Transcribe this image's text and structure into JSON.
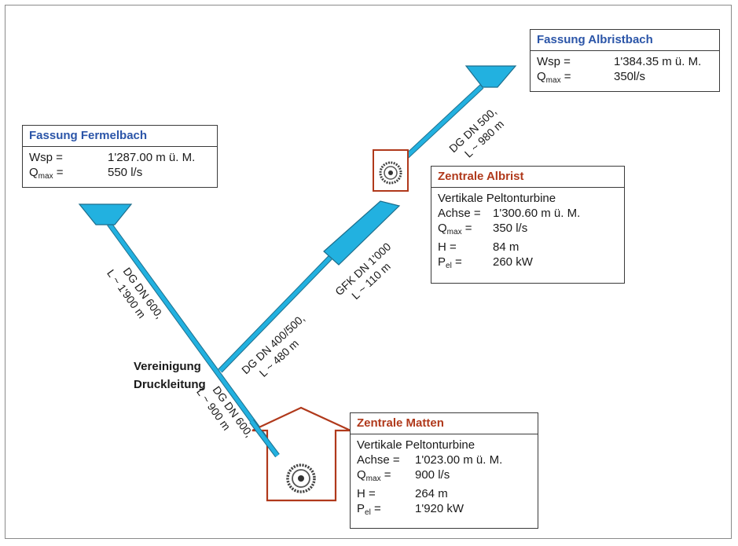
{
  "colors": {
    "pipe": "#22b1e0",
    "reservoir": "#22b1e0",
    "plant_outline": "#b0391b",
    "title_blue": "#2b55a8",
    "title_red": "#b0391b"
  },
  "fassung_albristbach": {
    "title": "Fassung Albristbach",
    "wsp_key": "Wsp =",
    "wsp_val": "1'384.35 m ü. M.",
    "q_key": "Q",
    "q_sub": "max",
    "q_eq": " =",
    "q_val": "350l/s"
  },
  "fassung_fermelbach": {
    "title": "Fassung Fermelbach",
    "wsp_key": "Wsp =",
    "wsp_val": "1'287.00 m ü. M.",
    "q_key": "Q",
    "q_sub": "max",
    "q_eq": " =",
    "q_val": "550 l/s"
  },
  "zentrale_albrist": {
    "title": "Zentrale Albrist",
    "turbine": "Vertikale Peltonturbine",
    "achse_key": "Achse =",
    "achse_val": "1'300.60 m ü. M.",
    "q_key": "Q",
    "q_sub": "max",
    "q_eq": " =",
    "q_val": "350 l/s",
    "h_key": "H =",
    "h_val": "84 m",
    "p_key": "P",
    "p_sub": "el",
    "p_eq": " =",
    "p_val": "260 kW"
  },
  "zentrale_matten": {
    "title": "Zentrale Matten",
    "turbine": "Vertikale Peltonturbine",
    "achse_key": "Achse =",
    "achse_val": "1'023.00 m ü. M.",
    "q_key": "Q",
    "q_sub": "max",
    "q_eq": " =",
    "q_val": "900 l/s",
    "h_key": "H =",
    "h_val": "264 m",
    "p_key": "P",
    "p_sub": "el",
    "p_eq": " =",
    "p_val": "1'920 kW"
  },
  "pipes": {
    "albristbach_line1": "DG DN 500,",
    "albristbach_line2": "L ~ 980 m",
    "gfk_line1": "GFK DN 1'000",
    "gfk_line2": "L ~ 110 m",
    "dg400_line1": "DG DN 400/500,",
    "dg400_line2": "L ~ 480 m",
    "fermelbach_line1": "DG DN 600,",
    "fermelbach_line2": "L ~ 1'900 m",
    "matten_line1": "DG DN 600,",
    "matten_line2": "L ~ 900 m"
  },
  "junction": {
    "line1": "Vereinigung",
    "line2": "Druckleitung"
  }
}
